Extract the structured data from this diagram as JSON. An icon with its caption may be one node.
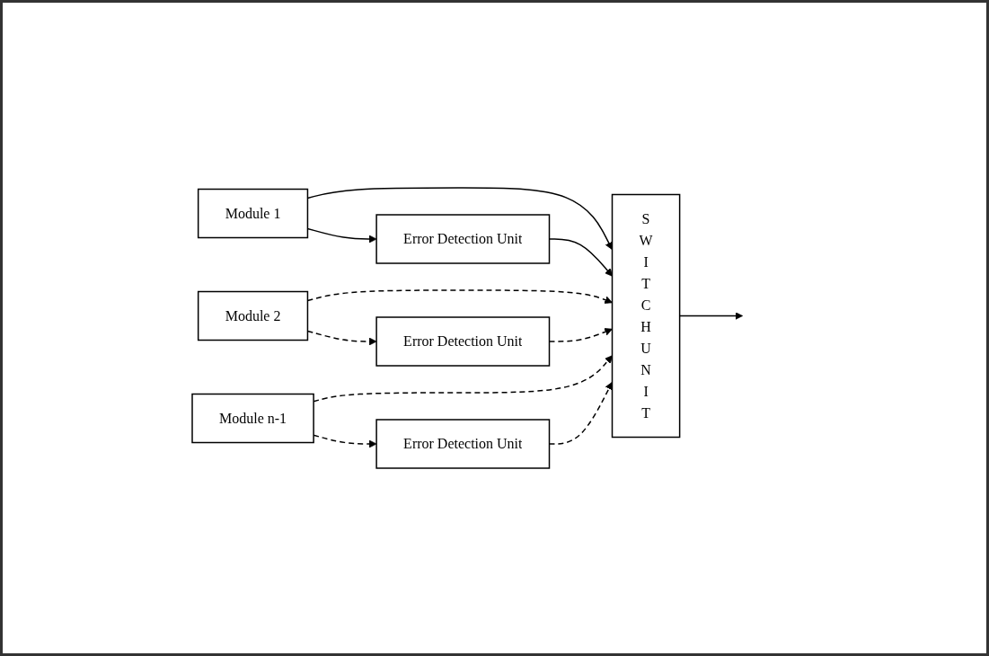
{
  "diagram": {
    "nodes": [
      {
        "text": [
          "Module 1"
        ]
      },
      {
        "text": [
          "Error Detection Unit"
        ]
      },
      {
        "text": [
          "Module 2"
        ]
      },
      {
        "text": [
          "Error Detection Unit"
        ]
      },
      {
        "text": [
          "Module n-1"
        ]
      },
      {
        "text": [
          "Error Detection Unit"
        ]
      },
      {
        "text": [
          "S W I T C H U N I T"
        ]
      }
    ],
    "edges": [
      {
        "from": 0,
        "to": 6,
        "arrow": "to"
      },
      {
        "from": 0,
        "to": 1,
        "arrow": "to"
      },
      {
        "from": 1,
        "to": 6,
        "arrow": "to"
      },
      {
        "from": 2,
        "to": 6,
        "arrow": "to",
        "style": "dashed"
      },
      {
        "from": 2,
        "to": 3,
        "arrow": "to",
        "style": "dashed"
      },
      {
        "from": 3,
        "to": 6,
        "arrow": "to",
        "style": "dashed"
      },
      {
        "from": 4,
        "to": 6,
        "arrow": "to",
        "style": "dashed"
      },
      {
        "from": 4,
        "to": 5,
        "arrow": "to",
        "style": "dashed"
      },
      {
        "from": 5,
        "to": 6,
        "arrow": "to",
        "style": "dashed"
      },
      {
        "from": 6,
        "to": null,
        "arrow": "to"
      }
    ]
  }
}
